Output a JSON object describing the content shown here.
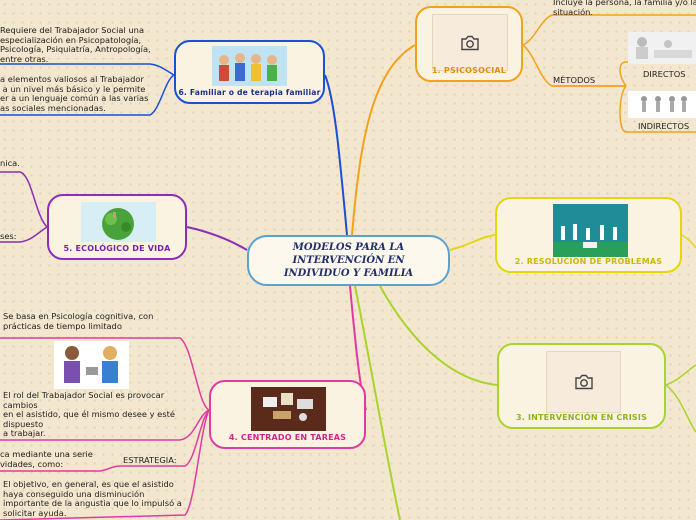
{
  "central": {
    "title": "MODELOS PARA LA\nINTERVENCIÓN EN\nINDIVIDUO Y FAMILIA"
  },
  "colors": {
    "psicosocial": "#f3a21b",
    "problemas": "#e5d70f",
    "crisis": "#a9d430",
    "tareas": "#e23aa4",
    "ecologico": "#8a2fb6",
    "familiar": "#1a4fd6"
  },
  "nodes": {
    "psicosocial": {
      "title": "1. PSICOSOCIAL"
    },
    "problemas": {
      "title": "2. RESOLUCIÓN DE PROBLEMAS"
    },
    "crisis": {
      "title": "3. INTERVENCIÓN EN CRISIS"
    },
    "tareas": {
      "title": "4. CENTRADO EN TAREAS"
    },
    "ecologico": {
      "title": "5. ECOLÓGICO DE VIDA"
    },
    "familiar": {
      "title": "6. Familiar o de terapia familiar"
    }
  },
  "psicosocial_branch": {
    "top_text": "Incluye la persona, la familia y/o la\nsituación.",
    "metodos_label": "MÉTODOS",
    "directos_label": "DIRECTOS",
    "indirectos_label": "INDIRECTOS"
  },
  "familiar_branch": {
    "text1": "Requiere del Trabajador Social una\nespecialización en Psicopatología,\nPsicología, Psiquiatría, Antropología,\nentre otras.",
    "text2": "a elementos valiosos al Trabajador\n a un nivel más básico y le permite\ner a un lenguaje común a las varias\nas sociales mencionadas."
  },
  "ecologico_branch": {
    "text1": "nica.",
    "text2": "ses:"
  },
  "tareas_branch": {
    "text1": "Se basa en Psicología cognitiva, con\nprácticas de tiempo limitado",
    "text2": "El rol del Trabajador Social es provocar\ncambios\nen el asistido, que él mismo desee y esté\ndispuesto\na trabajar.",
    "estrategia_label": "ESTRATEGIA:",
    "text3": "ca mediante una serie\nvidades, como:",
    "text4": "El objetivo, en general, es que el asistido\nhaya conseguido una disminución\nimportante de la angustia que lo impulsó a\nsolicitar ayuda."
  }
}
